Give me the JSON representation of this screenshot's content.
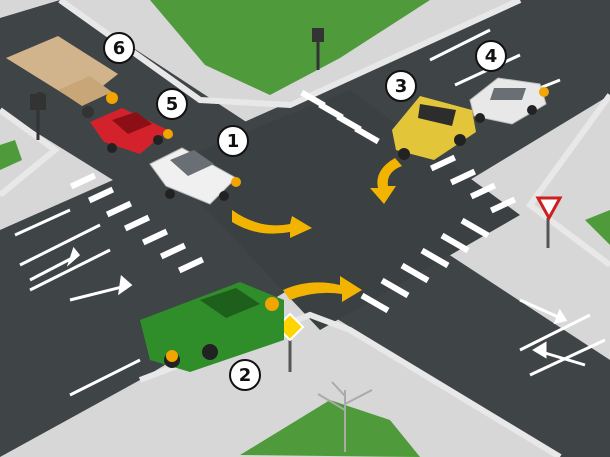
{
  "scene": {
    "vehicle_labels": [
      "6",
      "5",
      "1",
      "3",
      "4",
      "2"
    ],
    "colors": {
      "grass": "#4f9a3b",
      "sidewalk": "#cfcfcf",
      "road": "#3f4447",
      "crosswalk": "#ffffff",
      "arrow": "#f2b400",
      "truck": "#d2b48c",
      "car_red": "#d3222b",
      "car_white": "#f0f0f0",
      "suv_yellow": "#e3c53a",
      "car_silver": "#e8e8e8",
      "pickup_green": "#2f8d2a",
      "yield_sign": "#cc1f1f",
      "priority_sign": "#ffd400"
    },
    "icons": [
      "yield-sign-icon",
      "priority-road-sign-icon",
      "turn-arrow-icon"
    ]
  }
}
